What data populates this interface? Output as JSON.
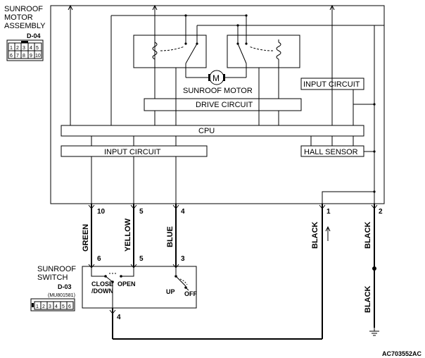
{
  "motor_assembly": {
    "title_line1": "SUNROOF",
    "title_line2": "MOTOR",
    "title_line3": "ASSEMBLY",
    "connector_id": "D-04",
    "connector_pins_top": [
      "1",
      "2",
      "3",
      "4",
      "5"
    ],
    "connector_pins_bottom": [
      "6",
      "7",
      "8",
      "9",
      "10"
    ]
  },
  "internal": {
    "motor_label": "SUNROOF MOTOR",
    "drive_circuit": "DRIVE CIRCUIT",
    "input_circuit_right": "INPUT CIRCUIT",
    "cpu": "CPU",
    "input_circuit_left": "INPUT CIRCUIT",
    "hall_sensor": "HALL SENSOR"
  },
  "motor_pins": {
    "p10": "10",
    "p5": "5",
    "p4": "4",
    "p1": "1",
    "p2": "2"
  },
  "wires": {
    "green": "GREEN",
    "yellow": "YELLOW",
    "blue": "BLUE",
    "black1": "BLACK",
    "black2": "BLACK",
    "black3": "BLACK"
  },
  "switch": {
    "title_line1": "SUNROOF",
    "title_line2": "SWITCH",
    "connector_id": "D-03",
    "part_no": "(MU801581)",
    "connector_pins": [
      "1",
      "2",
      "3",
      "4",
      "5",
      "6"
    ],
    "pin6": "6",
    "pin5": "5",
    "pin3": "3",
    "pin4": "4",
    "close_line1": "CLOSE",
    "close_line2": "/DOWN",
    "open": "OPEN",
    "up": "UP",
    "off": "OFF"
  },
  "figure_code": "AC703552AC"
}
